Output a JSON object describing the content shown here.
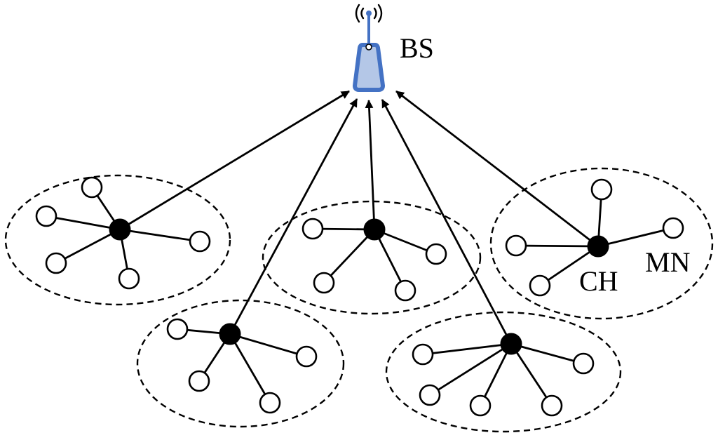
{
  "labels": {
    "base_station": "BS",
    "cluster_head": "CH",
    "member_node": "MN"
  },
  "colors": {
    "tower_fill": "#b4c7e7",
    "tower_stroke": "#4472c4",
    "line": "#000000",
    "background": "#ffffff"
  },
  "icons": [
    "antenna-tower-icon",
    "signal-wave-icon"
  ]
}
